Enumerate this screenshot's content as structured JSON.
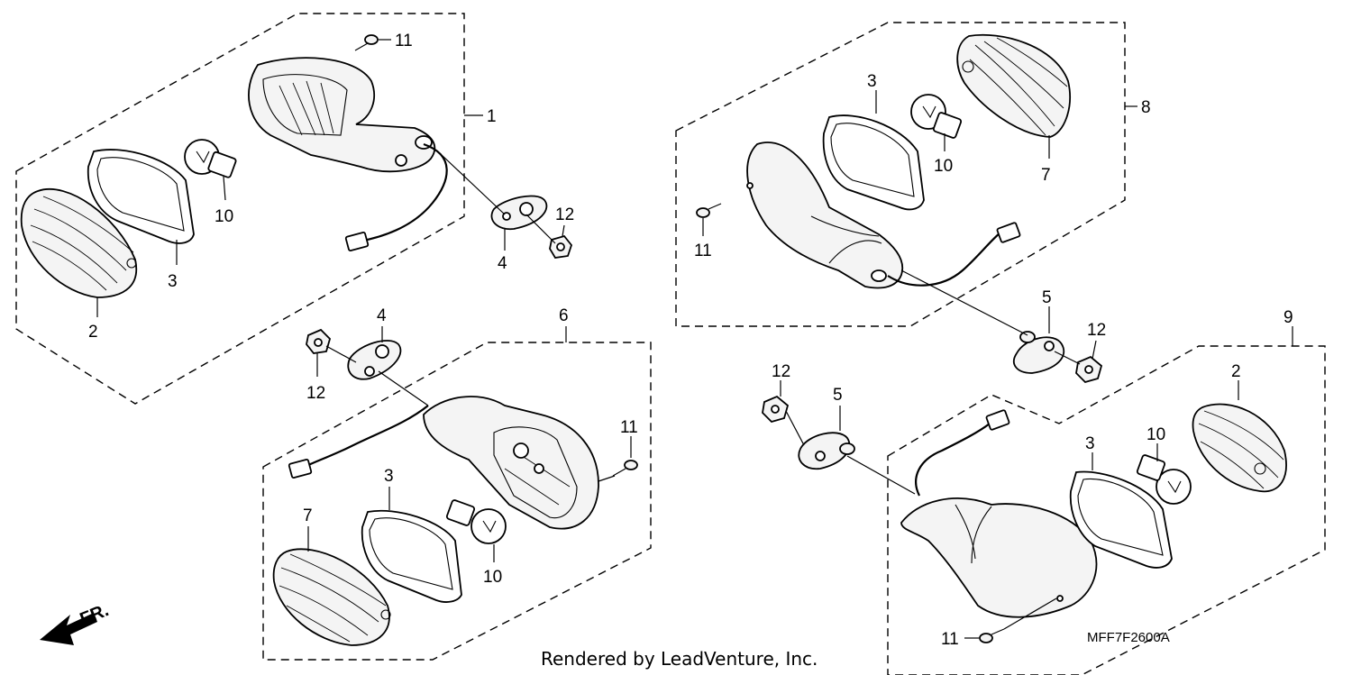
{
  "diagram": {
    "drawing_code": "MFF7F2600A",
    "credit": "Rendered by LeadVenture, Inc.",
    "direction_label": "FR.",
    "callouts": {
      "c_fl_1": "1",
      "c_fl_2": "2",
      "c_fl_3": "3",
      "c_fl_4": "4",
      "c_fl_10": "10",
      "c_fl_11": "11",
      "c_fl_12": "12",
      "c_rl_4": "4",
      "c_rl_6": "6",
      "c_rl_7": "7",
      "c_rl_3": "3",
      "c_rl_10": "10",
      "c_rl_11": "11",
      "c_rl_12": "12",
      "c_fr_3": "3",
      "c_fr_5": "5",
      "c_fr_7": "7",
      "c_fr_8": "8",
      "c_fr_10": "10",
      "c_fr_11": "11",
      "c_fr_12": "12",
      "c_rr_2": "2",
      "c_rr_3": "3",
      "c_rr_5": "5",
      "c_rr_9": "9",
      "c_rr_10": "10",
      "c_rr_11": "11",
      "c_rr_12": "12"
    }
  }
}
